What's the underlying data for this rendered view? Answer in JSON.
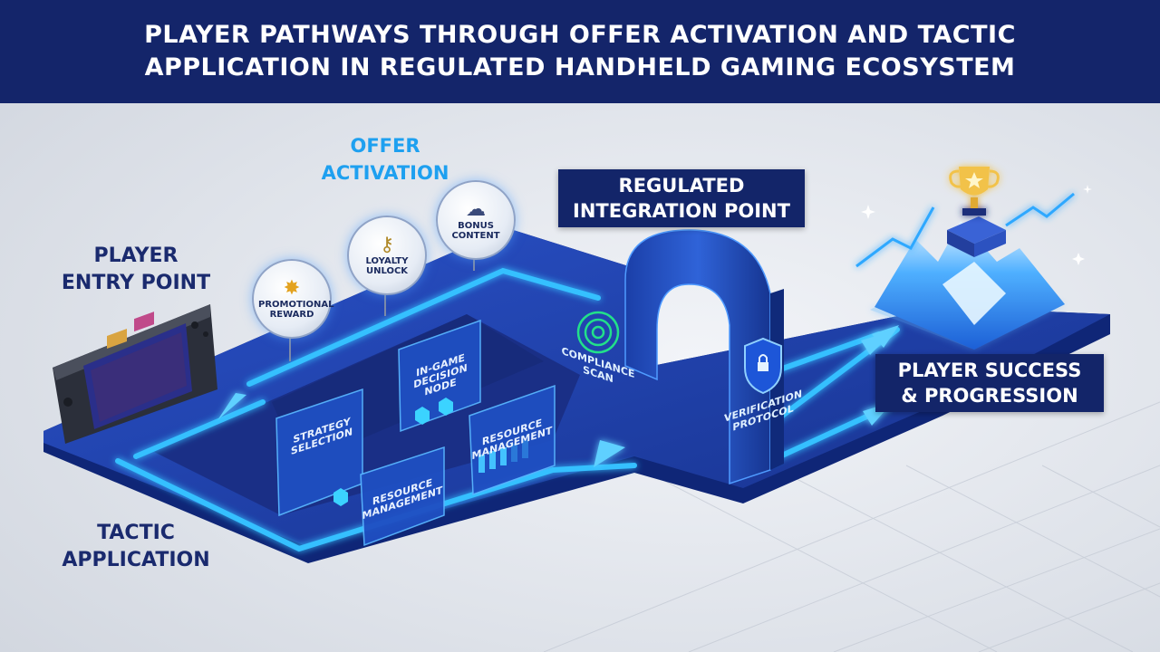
{
  "title": "PLAYER PATHWAYS THROUGH OFFER ACTIVATION AND TACTIC APPLICATION IN REGULATED HANDHELD GAMING ECOSYSTEM",
  "labels": {
    "entry_point": "PLAYER\nENTRY POINT",
    "offer_activation": "OFFER\nACTIVATION",
    "tactic_application": "TACTIC\nAPPLICATION",
    "integration_point": "REGULATED\nINTEGRATION POINT",
    "success": "PLAYER SUCCESS\n& PROGRESSION"
  },
  "offers": [
    {
      "label": "PROMOTIONAL\nREWARD",
      "icon": "star-medal-icon"
    },
    {
      "label": "LOYALTY\nUNLOCK",
      "icon": "key-icon"
    },
    {
      "label": "BONUS\nCONTENT",
      "icon": "cloud-download-icon"
    }
  ],
  "tactics": {
    "strategy": "STRATEGY\nSELECTION",
    "decision": "IN-GAME\nDECISION NODE",
    "resource_a": "RESOURCE\nMANAGEMENT",
    "resource_b": "RESOURCE\nMANAGEMENT"
  },
  "arch": {
    "compliance": "COMPLIANCE\nSCAN",
    "verification": "VERIFICATION\nPROTOCOL"
  },
  "colors": {
    "header": "#14256a",
    "platform": "#1d3fa6",
    "glow": "#27b4ff",
    "label_dark": "#1a2a6e",
    "label_blue": "#1ea0f0"
  }
}
